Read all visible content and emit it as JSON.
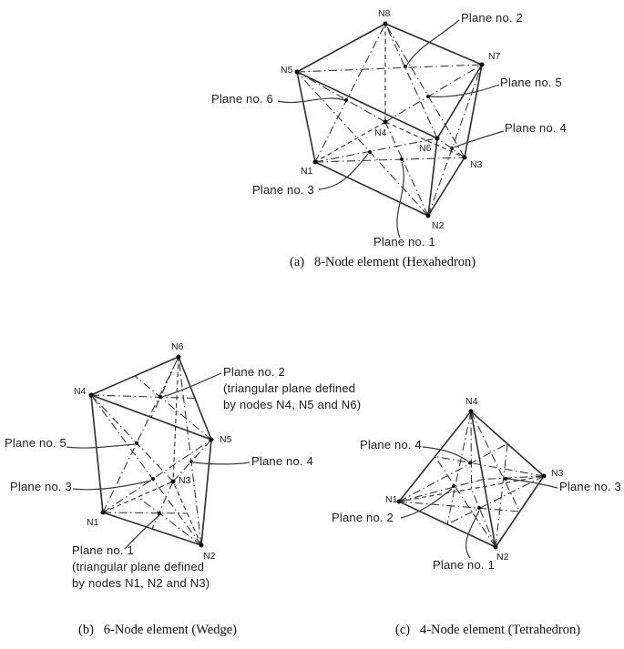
{
  "colors": {
    "line": "#3a3a3a",
    "text": "#1c1c1c",
    "background": "#ffffff"
  },
  "hexahedron": {
    "caption": "(a)   8-Node element (Hexahedron)",
    "node_labels": {
      "n1": "N1",
      "n2": "N2",
      "n3": "N3",
      "n4": "N4",
      "n5": "N5",
      "n6": "N6",
      "n7": "N7",
      "n8": "N8"
    },
    "plane_labels": {
      "p1": "Plane no. 1",
      "p2": "Plane no. 2",
      "p3": "Plane no. 3",
      "p4": "Plane no. 4",
      "p5": "Plane no. 5",
      "p6": "Plane no. 6"
    }
  },
  "wedge": {
    "caption": "(b)   6-Node element (Wedge)",
    "node_labels": {
      "n1": "N1",
      "n2": "N2",
      "n3": "N3",
      "n4": "N4",
      "n5": "N5",
      "n6": "N6"
    },
    "plane_labels": {
      "p1": "Plane no. 1",
      "p1_note1": "(triangular plane defined",
      "p1_note2": "by nodes N1, N2 and N3)",
      "p2": "Plane no. 2",
      "p2_note1": "(triangular plane defined",
      "p2_note2": "by nodes N4, N5 and N6)",
      "p3": "Plane no. 3",
      "p4": "Plane no. 4",
      "p5": "Plane no. 5"
    }
  },
  "tetrahedron": {
    "caption": "(c)   4-Node element (Tetrahedron)",
    "node_labels": {
      "n1": "N1",
      "n2": "N2",
      "n3": "N3",
      "n4": "N4"
    },
    "plane_labels": {
      "p1": "Plane no. 1",
      "p2": "Plane no. 2",
      "p3": "Plane no. 3",
      "p4": "Plane no. 4"
    }
  }
}
